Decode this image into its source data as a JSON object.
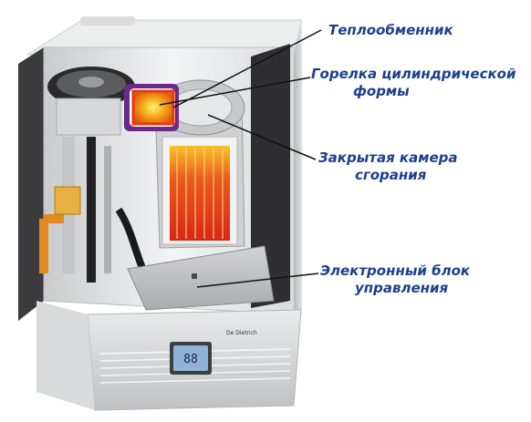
{
  "labels": {
    "heat_exchanger": "Теплообменник",
    "burner_line1": "Горелка цилиндрической",
    "burner_line2": "формы",
    "chamber_line1": "Закрытая камера",
    "chamber_line2": "сгорания",
    "control_line1": "Электронный блок",
    "control_line2": "управления"
  },
  "brand_badge": "De Dietrich",
  "display_readout": "88",
  "colors": {
    "label_text": "#1e3f8f",
    "leader_line": "#111111",
    "casing": "#e4e5e7",
    "flame": "#f07a10",
    "coil": "#e03a1f"
  }
}
